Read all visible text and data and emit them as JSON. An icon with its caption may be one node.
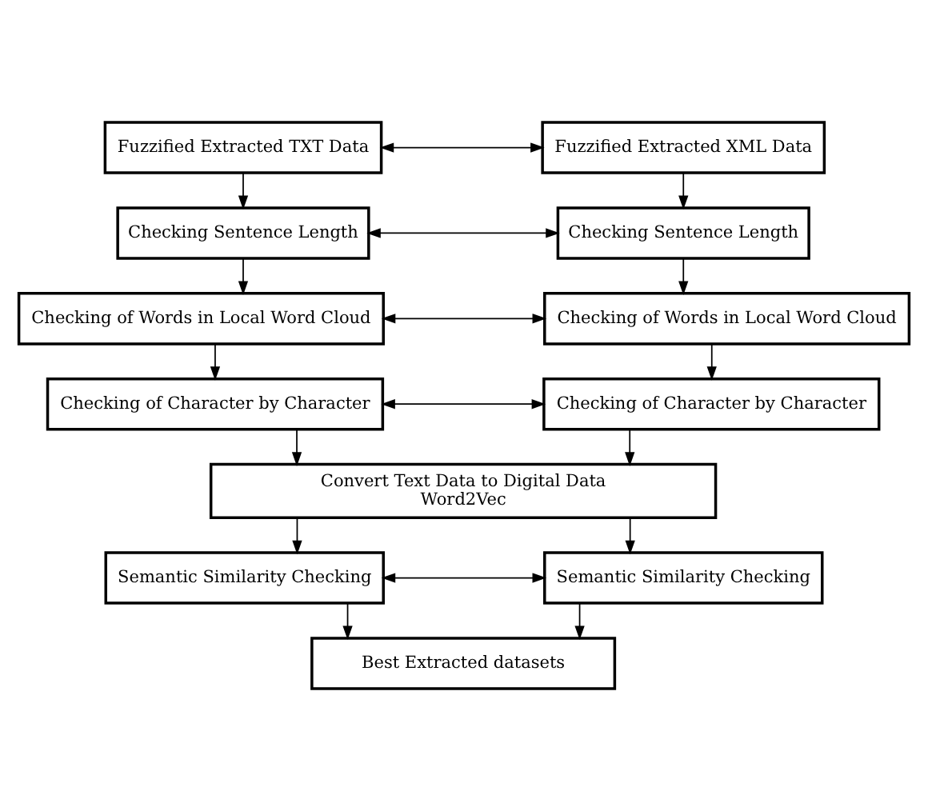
{
  "diagram": {
    "nodes": [
      {
        "text": [
          "Fuzzified Extracted TXT Data"
        ]
      },
      {
        "text": [
          "Fuzzified Extracted XML Data"
        ]
      },
      {
        "text": [
          "Checking Sentence Length"
        ]
      },
      {
        "text": [
          "Checking Sentence Length"
        ]
      },
      {
        "text": [
          "Checking of Words in Local Word Cloud"
        ]
      },
      {
        "text": [
          "Checking of Words in Local Word Cloud"
        ]
      },
      {
        "text": [
          "Checking of Character by Character"
        ]
      },
      {
        "text": [
          "Checking of Character by Character"
        ]
      },
      {
        "text": [
          "Convert Text Data to Digital Data",
          "Word2Vec"
        ]
      },
      {
        "text": [
          "Semantic Similarity Checking"
        ]
      },
      {
        "text": [
          "Semantic Similarity Checking"
        ]
      },
      {
        "text": [
          "Best Extracted datasets"
        ]
      }
    ],
    "edges": [
      {
        "from": 0,
        "to": 1,
        "arrow": "both"
      },
      {
        "from": 0,
        "to": 2,
        "arrow": "to"
      },
      {
        "from": 1,
        "to": 3,
        "arrow": "to"
      },
      {
        "from": 2,
        "to": 3,
        "arrow": "both"
      },
      {
        "from": 2,
        "to": 4,
        "arrow": "to"
      },
      {
        "from": 3,
        "to": 5,
        "arrow": "to"
      },
      {
        "from": 4,
        "to": 5,
        "arrow": "both"
      },
      {
        "from": 4,
        "to": 6,
        "arrow": "to"
      },
      {
        "from": 5,
        "to": 7,
        "arrow": "to"
      },
      {
        "from": 6,
        "to": 7,
        "arrow": "both"
      },
      {
        "from": 6,
        "to": 8,
        "arrow": "to"
      },
      {
        "from": 7,
        "to": 8,
        "arrow": "to"
      },
      {
        "from": 8,
        "to": 9,
        "arrow": "to"
      },
      {
        "from": 8,
        "to": 10,
        "arrow": "to"
      },
      {
        "from": 9,
        "to": 10,
        "arrow": "both"
      },
      {
        "from": 9,
        "to": 11,
        "arrow": "to"
      },
      {
        "from": 10,
        "to": 11,
        "arrow": "to"
      }
    ]
  }
}
